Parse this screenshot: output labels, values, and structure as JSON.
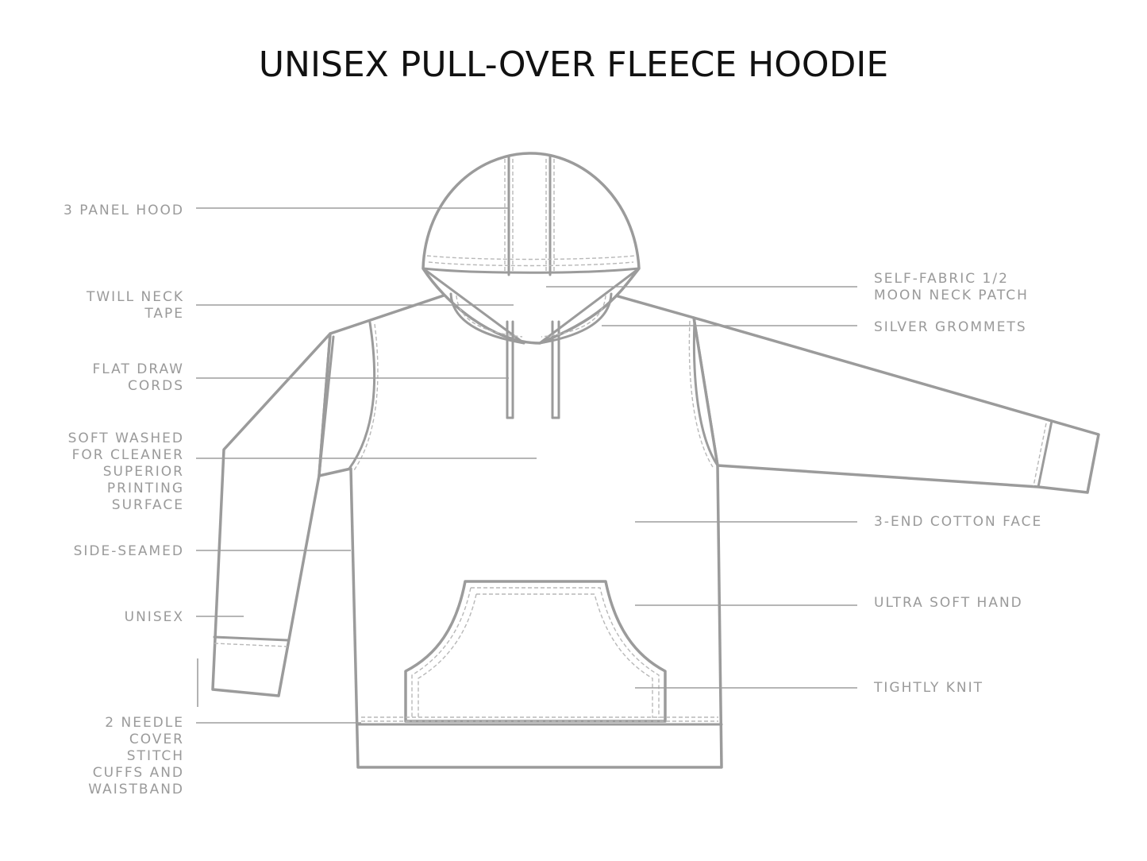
{
  "title": "UNISEX PULL-OVER FLEECE HOODIE",
  "colors": {
    "title": "#111111",
    "label": "#9a9a9a",
    "outline": "#9b9b9b",
    "leader": "#9e9e9e",
    "stitch": "#b8b8b8"
  },
  "labels_left": {
    "panel_hood": "3 PANEL HOOD",
    "twill_neck_tape": "TWILL NECK\nTAPE",
    "flat_draw_cords": "FLAT DRAW\nCORDS",
    "soft_washed": "SOFT WASHED\nFOR CLEANER\nSUPERIOR\nPRINTING\nSURFACE",
    "side_seamed": "SIDE-SEAMED",
    "unisex": "UNISEX",
    "needle_cover_stitch": "2 NEEDLE\nCOVER\nSTITCH\nCUFFS AND\nWAISTBAND"
  },
  "labels_right": {
    "neck_patch": "SELF-FABRIC 1/2\nMOON NECK PATCH",
    "silver_grommets": "SILVER GROMMETS",
    "cotton_face": "3-END COTTON FACE",
    "ultra_soft_hand": "ULTRA SOFT HAND",
    "tightly_knit": "TIGHTLY KNIT"
  }
}
